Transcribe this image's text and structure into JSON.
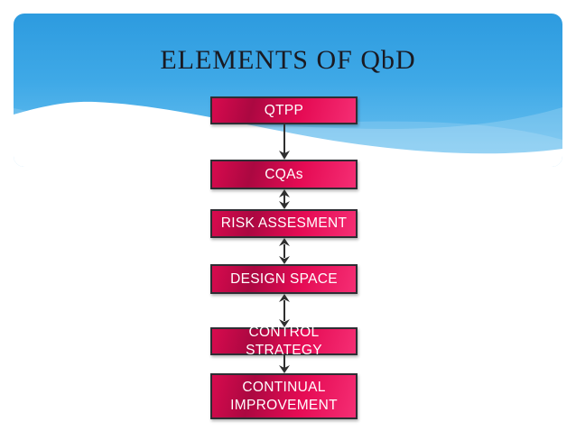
{
  "slide": {
    "title": "ELEMENTS OF QbD",
    "colors": {
      "header_blue_top": "#2d9bdf",
      "header_blue_bottom": "#71c4f0",
      "box_fill": "#e50b54",
      "box_fill_dark": "#ab0841",
      "box_border": "#2e2e34",
      "box_text": "#ffffff",
      "title_text": "#1a1a22",
      "arrow": "#2f2f2f",
      "background": "#ffffff"
    }
  },
  "flow": {
    "nodes": [
      {
        "label": "QTPP"
      },
      {
        "label": "CQAs"
      },
      {
        "label": "RISK ASSESMENT"
      },
      {
        "label": "DESIGN SPACE"
      },
      {
        "label": "CONTROL STRATEGY"
      },
      {
        "label": "CONTINUAL IMPROVEMENT"
      }
    ],
    "connectors": [
      {
        "from": "QTPP",
        "to": "CQAs",
        "type": "single-down"
      },
      {
        "from": "CQAs",
        "to": "RISK ASSESMENT",
        "type": "double"
      },
      {
        "from": "RISK ASSESMENT",
        "to": "DESIGN SPACE",
        "type": "double"
      },
      {
        "from": "DESIGN SPACE",
        "to": "CONTROL STRATEGY",
        "type": "double"
      },
      {
        "from": "CONTROL STRATEGY",
        "to": "CONTINUAL IMPROVEMENT",
        "type": "single-down"
      }
    ]
  }
}
